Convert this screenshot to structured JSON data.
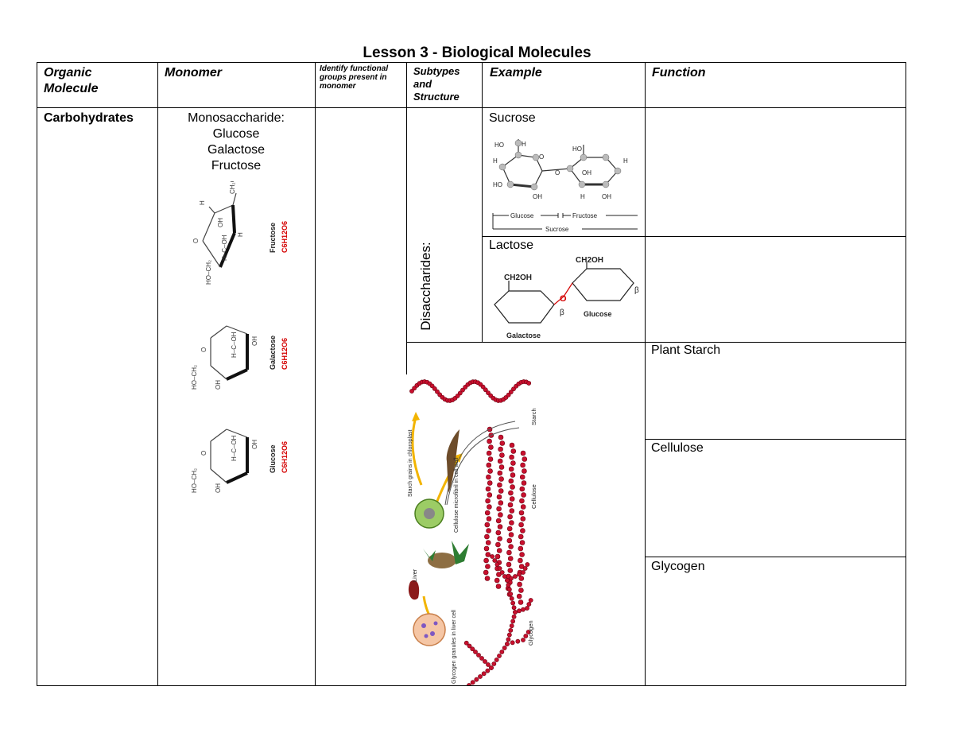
{
  "document": {
    "title": "Lesson 3 - Biological Molecules"
  },
  "table": {
    "headers": {
      "organic_molecule": "Organic Molecule",
      "monomer": "Monomer",
      "functional_groups": "Identify functional groups present in monomer",
      "subtypes": "Subtypes and Structure",
      "example": "Example",
      "function": "Function"
    },
    "row": {
      "molecule": "Carbohydrates",
      "monomer_title": "Monosaccharide:",
      "monomers": [
        "Glucose",
        "Galactose",
        "Fructose"
      ],
      "subtype_label": "Disaccharides:",
      "examples": [
        "Sucrose",
        "Lactose"
      ],
      "polysaccharides": [
        "Plant Starch",
        "Cellulose",
        "Glycogen"
      ]
    }
  },
  "figures": {
    "fructose": {
      "name": "Fructose",
      "formula": "C6H12O6"
    },
    "galactose": {
      "name": "Galactose",
      "formula": "C6H12O6"
    },
    "glucose": {
      "name": "Glucose",
      "formula": "C6H12O6"
    },
    "sucrose": {
      "glucose_label": "Glucose",
      "fructose_label": "Fructose",
      "sucrose_label": "Sucrose"
    },
    "lactose": {
      "glucose_label": "Glucose",
      "galactose_label": "Galactose",
      "beta": "β",
      "link_o": "O",
      "ch2oh": "CH2OH"
    },
    "polysaccharide": {
      "starch_label": "Starch",
      "cellulose_label": "Cellulose",
      "glycogen_label": "Glycogen",
      "starch_grains_label": "Starch grains in chloroplast",
      "microfibril_label": "Cellulose microfibril in cell wall",
      "liver_label": "Liver",
      "glycogen_granules_label": "Glycogen granules in liver cell"
    }
  },
  "colors": {
    "formula_red": "#d40000",
    "bead_red": "#c8102e",
    "arrow_yellow": "#f2b400"
  }
}
